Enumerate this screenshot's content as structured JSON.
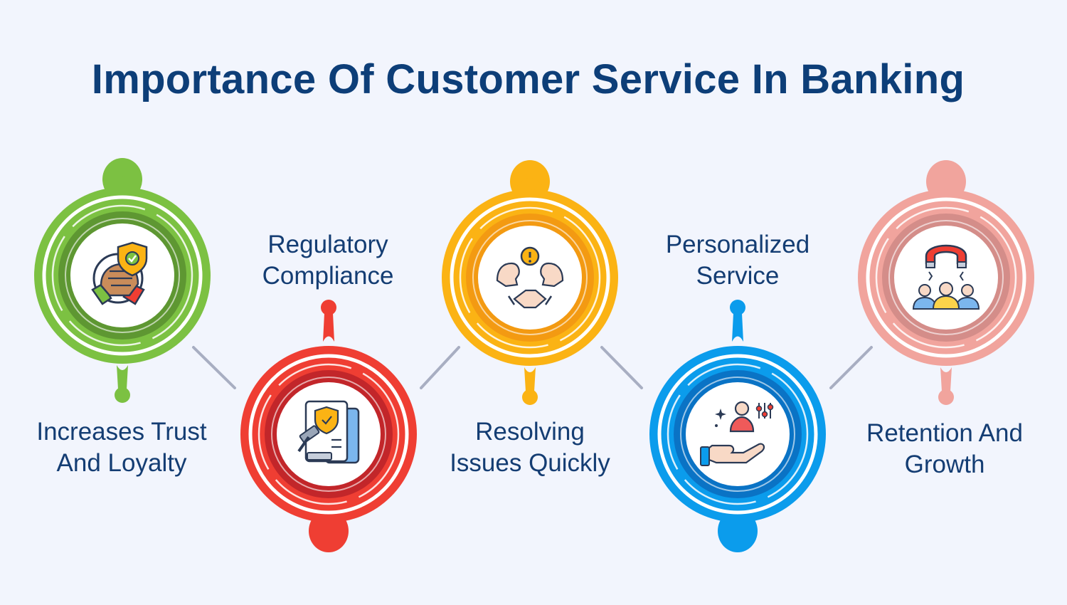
{
  "title": "Importance Of Customer Service In Banking",
  "colors": {
    "background": "#f2f5fd",
    "title": "#0d3e78",
    "label": "#143d73",
    "connector": "#a8aec2"
  },
  "items": [
    {
      "label": "Increases Trust And Loyalty",
      "icon": "handshake-shield-icon",
      "color": "#7cc142",
      "dark": "#5e9732"
    },
    {
      "label": "Regulatory Compliance",
      "icon": "compliance-gavel-icon",
      "color": "#ef3e33",
      "dark": "#c2262a"
    },
    {
      "label": "Resolving Issues Quickly",
      "icon": "issue-resolution-icon",
      "color": "#fbb314",
      "dark": "#f39a12"
    },
    {
      "label": "Personalized Service",
      "icon": "personalized-service-icon",
      "color": "#0b9cec",
      "dark": "#0a73c5"
    },
    {
      "label": "Retention And Growth",
      "icon": "customer-magnet-icon",
      "color": "#f1a49d",
      "dark": "#d48d89"
    }
  ]
}
